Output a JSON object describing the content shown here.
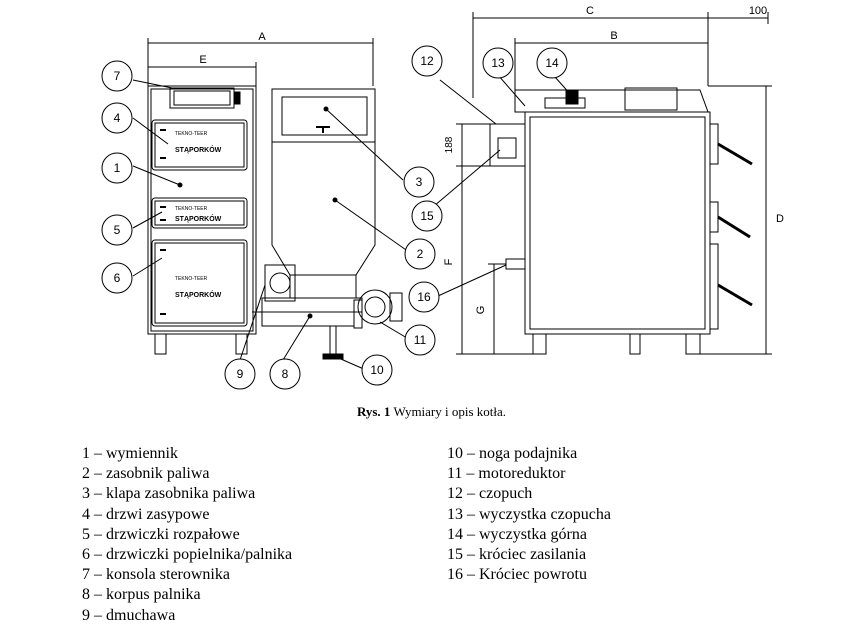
{
  "figure": {
    "caption_label": "Rys. 1",
    "caption_text": "Wymiary i opis kotła."
  },
  "dimensions": {
    "A": "A",
    "B": "B",
    "C": "C",
    "D": "D",
    "E": "E",
    "F": "F",
    "G": "G",
    "d100": "100",
    "d188": "188"
  },
  "brand": {
    "line1": "TEKNO-TEER",
    "line2": "STĄPORKÓW"
  },
  "callouts": [
    "1",
    "2",
    "3",
    "4",
    "5",
    "6",
    "7",
    "8",
    "9",
    "10",
    "11",
    "12",
    "13",
    "14",
    "15",
    "16"
  ],
  "legend_left": [
    "1 – wymiennik",
    "2 – zasobnik paliwa",
    "3 – klapa zasobnika paliwa",
    "4 – drzwi zasypowe",
    "5 – drzwiczki rozpałowe",
    "6 – drzwiczki popielnika/palnika",
    "7 – konsola sterownika",
    "8 – korpus palnika",
    "9 – dmuchawa"
  ],
  "legend_right": [
    "10 – noga podajnika",
    "11 – motoreduktor",
    "12 – czopuch",
    "13 – wyczystka czopucha",
    "14 – wyczystka górna",
    "15 – króciec zasilania",
    "16 – Króciec powrotu"
  ]
}
